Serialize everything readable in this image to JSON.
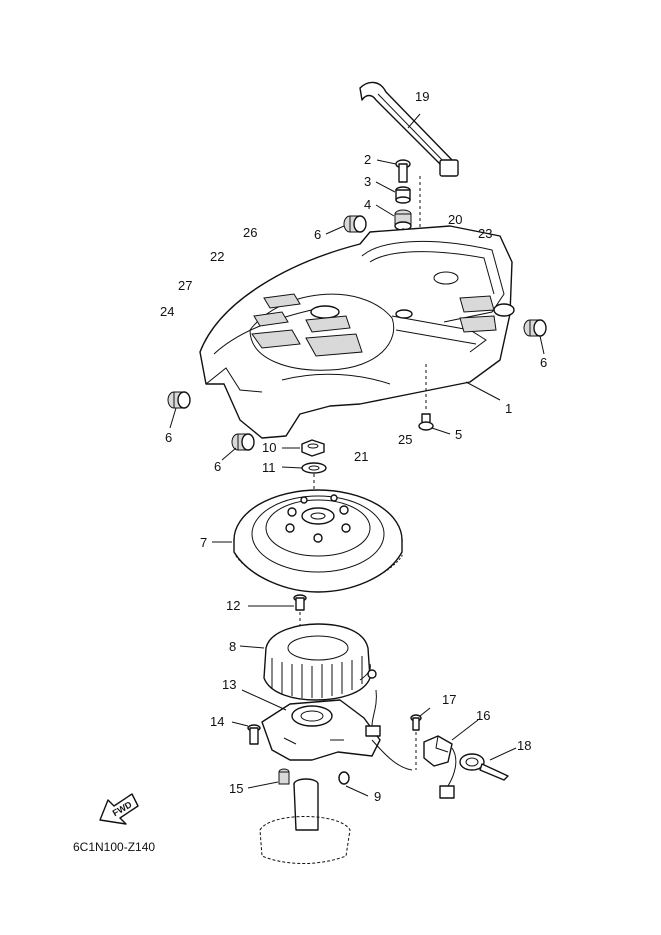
{
  "diagram_code": "6C1N100-Z140",
  "fwd_label": "FWD",
  "callouts": {
    "c1": "1",
    "c2": "2",
    "c3": "3",
    "c4": "4",
    "c5": "5",
    "c6a": "6",
    "c6b": "6",
    "c6c": "6",
    "c6d": "6",
    "c7": "7",
    "c8": "8",
    "c9": "9",
    "c10": "10",
    "c11": "11",
    "c12": "12",
    "c13": "13",
    "c14": "14",
    "c15": "15",
    "c16": "16",
    "c17": "17",
    "c18": "18",
    "c19": "19",
    "c20": "20",
    "c21": "21",
    "c22": "22",
    "c23": "23",
    "c24": "24",
    "c25": "25",
    "c26": "26",
    "c27": "27"
  },
  "colors": {
    "line": "#111111",
    "background": "#ffffff",
    "shade": "#d9d9d9"
  }
}
